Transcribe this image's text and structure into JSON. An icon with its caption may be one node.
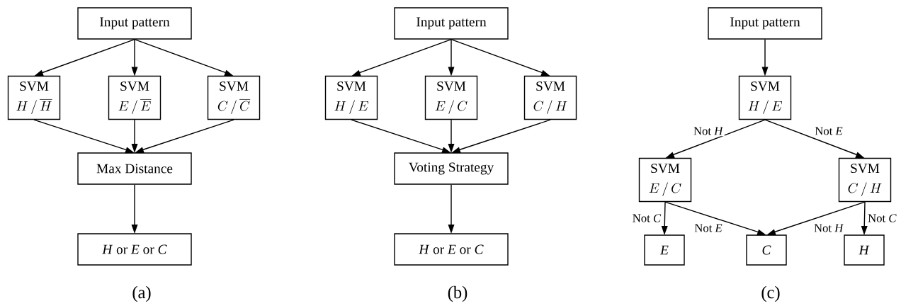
{
  "diagram": {
    "nodes": [
      {
        "text": [
          "Input pattern"
        ]
      },
      {
        "text": [
          "SVM",
          "H\\,/\\,\\overline{H}"
        ]
      },
      {
        "text": [
          "SVM",
          "E\\,/\\,\\overline{E}"
        ]
      },
      {
        "text": [
          "SVM",
          "C\\,/\\,\\overline{C}"
        ]
      },
      {
        "text": [
          "Max Distance"
        ]
      },
      {
        "text": [
          "*H* or *E* or *C*"
        ]
      },
      {
        "text": [
          "Input pattern"
        ]
      },
      {
        "text": [
          "SVM",
          "H\\,/\\,E"
        ]
      },
      {
        "text": [
          "SVM",
          "E\\,/\\,C"
        ]
      },
      {
        "text": [
          "SVM",
          "C\\,/\\,H"
        ]
      },
      {
        "text": [
          "Voting Strategy"
        ]
      },
      {
        "text": [
          "*H* or *E* or *C*"
        ]
      },
      {
        "text": [
          "Input pattern"
        ]
      },
      {
        "text": [
          "SVM",
          "H\\,/\\,E"
        ]
      },
      {
        "text": [
          "SVM",
          "E\\,/\\,C"
        ]
      },
      {
        "text": [
          "SVM",
          "C\\,/\\,H"
        ]
      },
      {
        "text": [
          "*E*"
        ]
      },
      {
        "text": [
          "*C*"
        ]
      },
      {
        "text": [
          "*H*"
        ]
      }
    ],
    "edges": [
      {
        "from": 0,
        "to": 1,
        "arrow": "to"
      },
      {
        "from": 0,
        "to": 2,
        "arrow": "to"
      },
      {
        "from": 0,
        "to": 3,
        "arrow": "to"
      },
      {
        "from": 1,
        "to": 4,
        "arrow": "to"
      },
      {
        "from": 2,
        "to": 4,
        "arrow": "to"
      },
      {
        "from": 3,
        "to": 4,
        "arrow": "to"
      },
      {
        "from": 4,
        "to": 5,
        "arrow": "to"
      },
      {
        "from": 6,
        "to": 7,
        "arrow": "to"
      },
      {
        "from": 6,
        "to": 8,
        "arrow": "to"
      },
      {
        "from": 6,
        "to": 9,
        "arrow": "to"
      },
      {
        "from": 7,
        "to": 10,
        "arrow": "to"
      },
      {
        "from": 8,
        "to": 10,
        "arrow": "to"
      },
      {
        "from": 9,
        "to": 10,
        "arrow": "to"
      },
      {
        "from": 10,
        "to": 11,
        "arrow": "to"
      },
      {
        "from": 12,
        "to": 13,
        "arrow": "to"
      },
      {
        "from": 13,
        "to": 14,
        "arrow": "to",
        "label": "Not *H*"
      },
      {
        "from": 13,
        "to": 15,
        "arrow": "to",
        "label": "Not *E*"
      },
      {
        "from": 14,
        "to": 16,
        "arrow": "to",
        "label": "Not *C*"
      },
      {
        "from": 14,
        "to": 17,
        "arrow": "to",
        "label": "Not *E*"
      },
      {
        "from": 15,
        "to": 17,
        "arrow": "to",
        "label": "Not *H*"
      },
      {
        "from": 15,
        "to": 18,
        "arrow": "to",
        "label": "Not *C*"
      }
    ],
    "labels": [
      "(a)",
      "(b)",
      "(c)"
    ]
  }
}
